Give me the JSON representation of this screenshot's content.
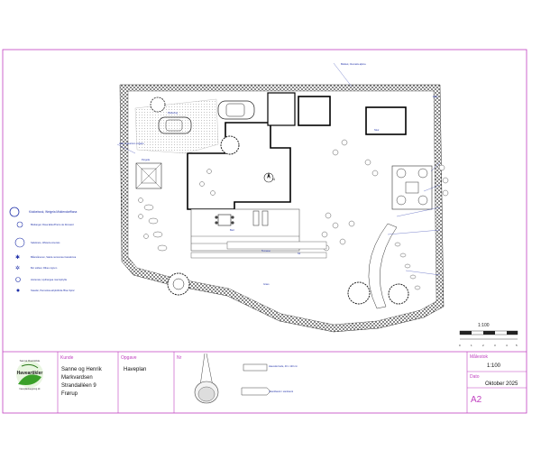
{
  "legend": {
    "title": "Klokkebusk, Weigela Middendorffiana",
    "items": [
      "Blodangel, Rosa Eden/Pierre de Ronsard",
      "Sølvkrans, Wisteria sinensis",
      "Blåsmånenen, Salvia nemorosa Caradonna",
      "Bor solbær, Ribes nigrum",
      "Hortensie, Hydrangea macrophylla",
      "Stauder, Perovskia atriplicifolia 'Blue Spire'"
    ]
  },
  "plan": {
    "north": "N",
    "scale_label": "1:100",
    "scale_ticks": [
      "0",
      "1",
      "2",
      "3",
      "4",
      "5"
    ],
    "notes": {
      "top_center": "Bistkuk, Clematis alpina",
      "hedge_left": "Hæk, Ligustrum vulgare",
      "path": "Sti",
      "garden": "Græs",
      "terrace": "Terrasse",
      "bed": "Bed",
      "shed": "Skur",
      "pergola": "Pergola",
      "parking": "Parkering",
      "hedge": "Hæk"
    }
  },
  "titleblock": {
    "company_top": "Sanna Ravnkilde",
    "company_name": "Haveartikler",
    "company_sub": "haveplanlaegning.dk",
    "kunde_label": "Kunde",
    "kunde_lines": [
      "Sanne og Henrik",
      "Markvardsen",
      "Strandalléen 9",
      "Frørup"
    ],
    "opgave_label": "Opgave",
    "opgave_value": "Haveplan",
    "nr_label": "Nr",
    "maalestok_label": "Målestok",
    "maalestok_value": "1:100",
    "dato_label": "Dato",
    "dato_value": "Oktober 2025",
    "format_value": "A2",
    "legend_notes": [
      "Hævede bede, 40 x 120 cm",
      "Granitbænk / stenbænk"
    ]
  }
}
